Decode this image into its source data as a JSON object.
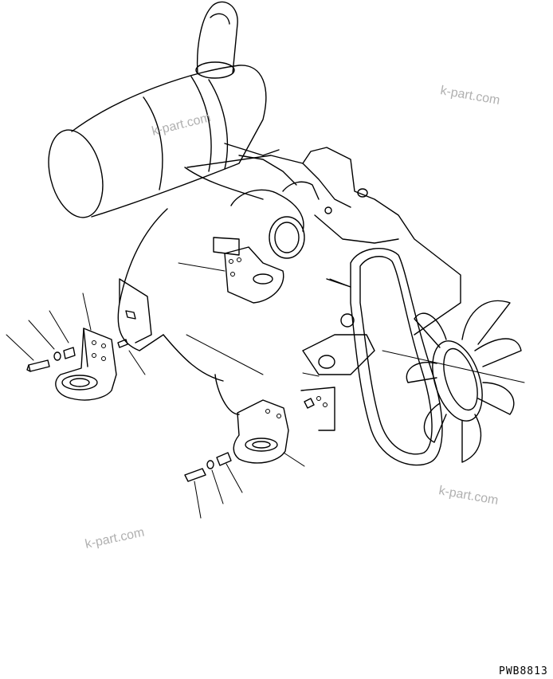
{
  "watermarks": [
    "k-part.com",
    "k-part.com",
    "k-part.com",
    "k-part.com"
  ],
  "drawing_code": "PWB8813"
}
